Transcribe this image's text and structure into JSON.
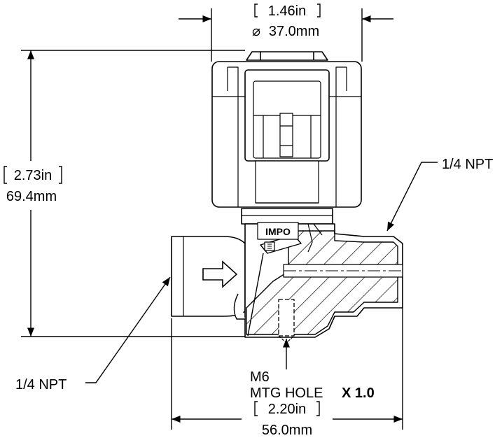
{
  "dimensions": {
    "top_width_in": "1.46in",
    "top_width_mm": "37.0mm",
    "top_diameter_symbol": "⌀",
    "height_in": "2.73in",
    "height_mm": "69.4mm",
    "bottom_width_in": "2.20in",
    "bottom_width_mm": "56.0mm"
  },
  "callouts": {
    "port_right": "1/4 NPT",
    "port_left": "1/4 NPT",
    "mount_size": "M6",
    "mount_hole_prefix": "MTG HOLE",
    "mount_hole_qty": "X 1.0"
  },
  "body_marking": "IMPO",
  "colors": {
    "line": "#000000",
    "background": "#ffffff"
  }
}
